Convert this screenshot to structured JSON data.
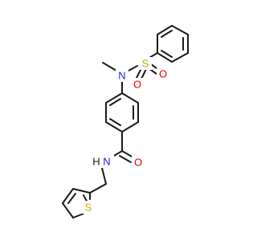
{
  "molecule": {
    "atom_colors": {
      "N": "#1f1fdc",
      "O": "#e60000",
      "S": "#b8a400",
      "S_thiophene": "#c9b000"
    },
    "atoms": {
      "N_sulfonamide": "N",
      "S_sulfonyl": "S",
      "O_sulfonyl_left": "O",
      "O_sulfonyl_right": "O",
      "O_carbonyl": "O",
      "N_amide": "N",
      "H_amide": "H",
      "S_thiophene": "S"
    }
  }
}
